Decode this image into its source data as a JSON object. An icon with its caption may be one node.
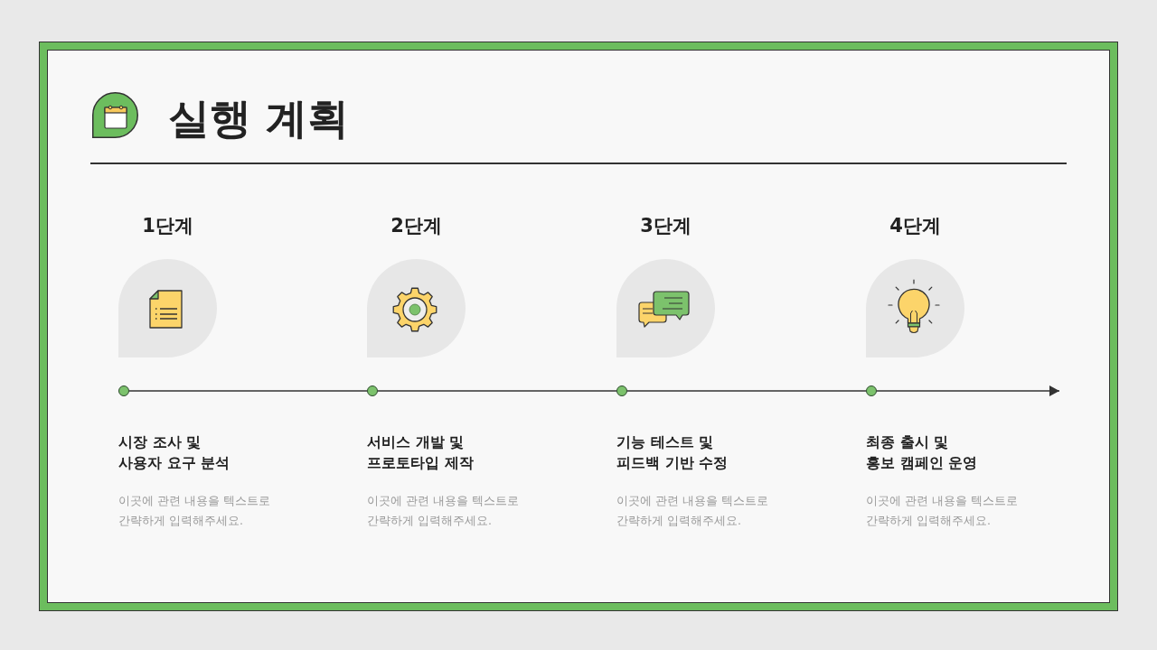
{
  "diagram": {
    "title": "실행 계획",
    "nodes": [
      {
        "text": [],
        "shape": "circle",
        "beside": [
          "시장 조사 및 사용자 요구 분석",
          "이곳에 관련 내용을 텍스트로 간략하게 입력해주세요."
        ]
      },
      {
        "text": [],
        "shape": "circle",
        "beside": [
          "서비스 개발 및 프로토타입 제작",
          "이곳에 관련 내용을 텍스트로 간략하게 입력해주세요."
        ]
      },
      {
        "text": [],
        "shape": "circle",
        "beside": [
          "기능 테스트 및 피드백 기반 수정",
          "이곳에 관련 내용을 텍스트로 간략하게 입력해주세요."
        ]
      },
      {
        "text": [],
        "shape": "circle",
        "beside": [
          "최종 출시 및 홍보 캠페인 운영",
          "이곳에 관련 내용을 텍스트로 간략하게 입력해주세요."
        ]
      }
    ],
    "edges": [
      {
        "from": 0,
        "to": 1,
        "arrow": "none"
      },
      {
        "from": 1,
        "to": 2,
        "arrow": "none"
      },
      {
        "from": 2,
        "to": 3,
        "arrow": "none"
      },
      {
        "from": 3,
        "to": null,
        "arrow": "to"
      }
    ],
    "labels": [
      "1단계",
      "2단계",
      "3단계",
      "4단계"
    ]
  }
}
